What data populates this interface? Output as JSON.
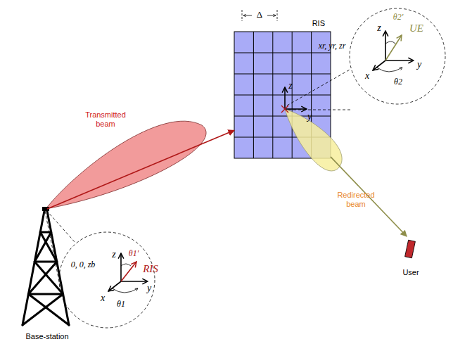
{
  "diagram": {
    "nodes": [
      {
        "text": [
          "Base-station"
        ]
      },
      {
        "text": [
          "RIS"
        ]
      },
      {
        "text": [
          "User"
        ]
      }
    ],
    "edges": [
      {
        "from": 0,
        "to": 1,
        "arrow": "to",
        "label": "Transmitted beam"
      },
      {
        "from": 1,
        "to": 2,
        "arrow": "to",
        "label": "Redirected beam"
      }
    ],
    "labels": [
      "Δ",
      "z",
      "y",
      "xr, yr, zr",
      "z",
      "y",
      "x",
      "θ2′",
      "UE",
      "θ2",
      "0, 0, zb",
      "z",
      "y",
      "x",
      "θ1′",
      "RIS",
      "θ1"
    ]
  }
}
